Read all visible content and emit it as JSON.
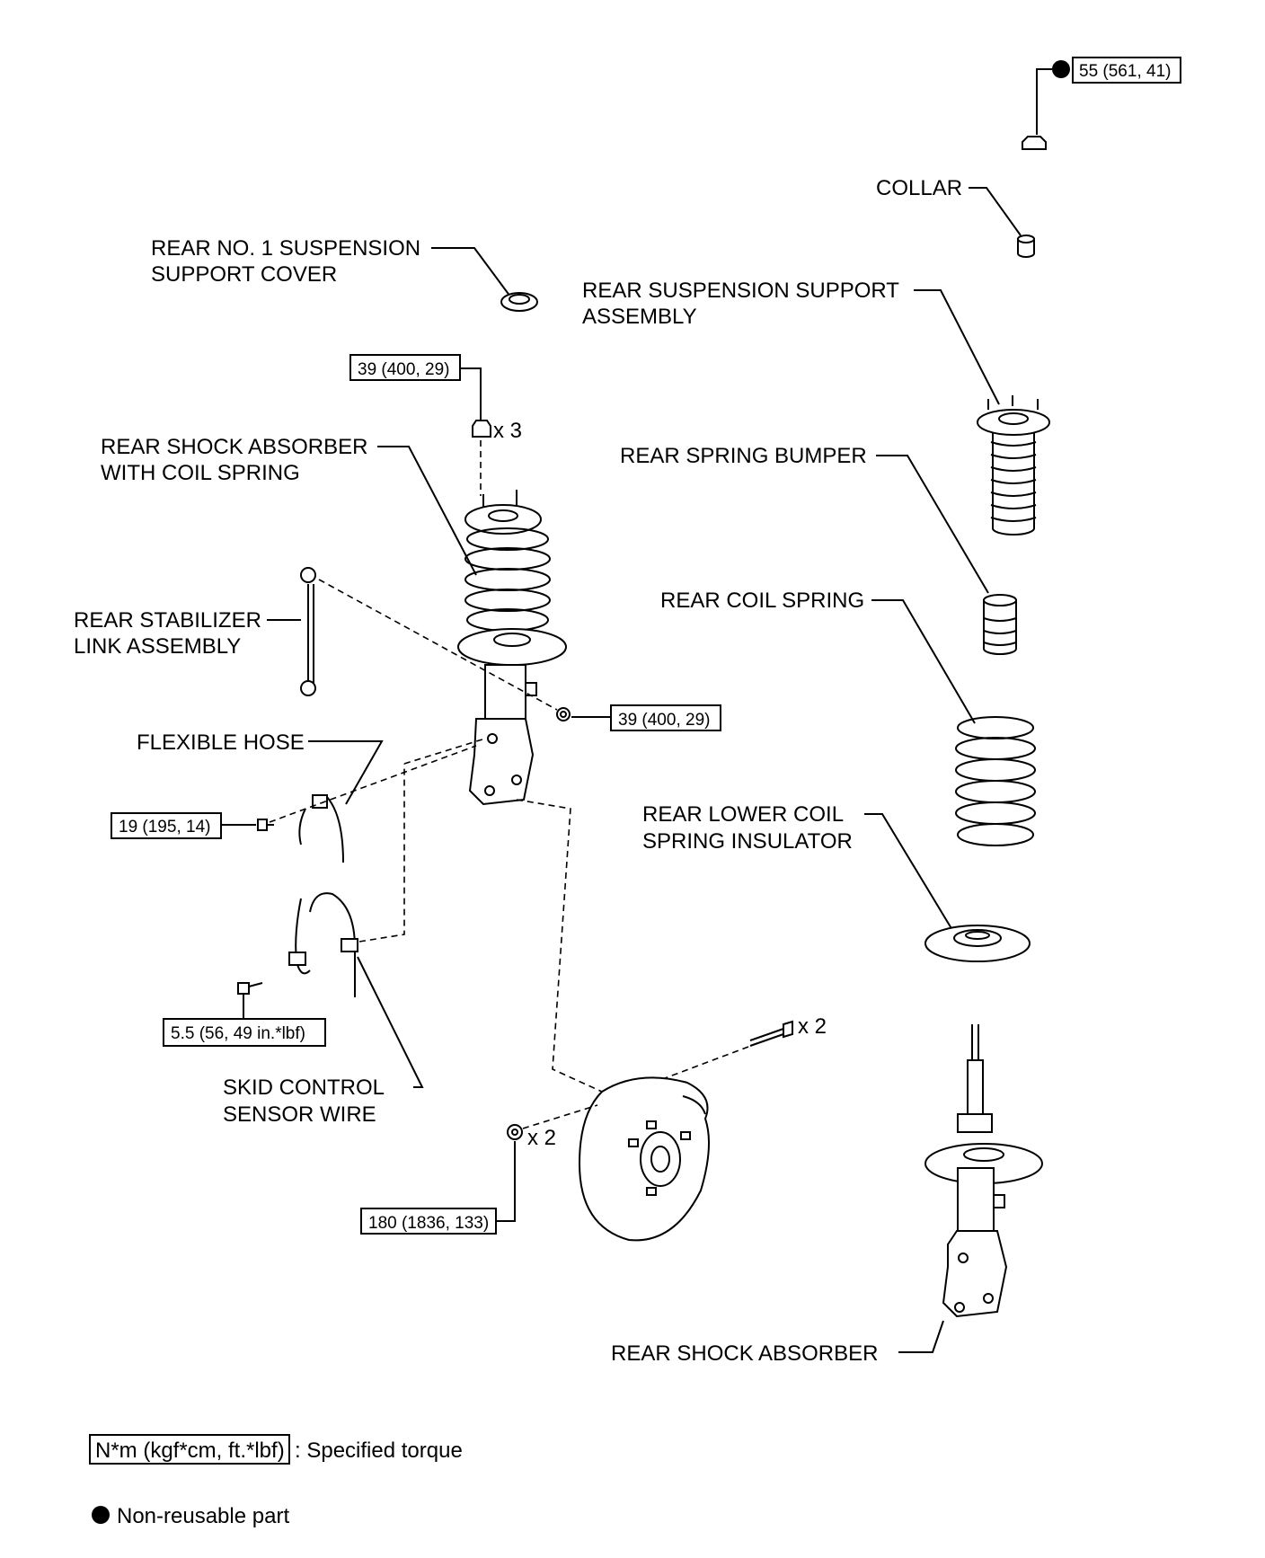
{
  "labels": {
    "collar": "COLLAR",
    "support_cover_1": "REAR NO. 1 SUSPENSION",
    "support_cover_2": "SUPPORT COVER",
    "support_assembly_1": "REAR SUSPENSION SUPPORT",
    "support_assembly_2": "ASSEMBLY",
    "shock_with_spring_1": "REAR SHOCK ABSORBER",
    "shock_with_spring_2": "WITH COIL SPRING",
    "spring_bumper": "REAR SPRING BUMPER",
    "stabilizer_link_1": "REAR STABILIZER",
    "stabilizer_link_2": "LINK ASSEMBLY",
    "coil_spring": "REAR COIL SPRING",
    "flexible_hose": "FLEXIBLE HOSE",
    "lower_insulator_1": "REAR LOWER COIL",
    "lower_insulator_2": "SPRING INSULATOR",
    "skid_sensor_1": "SKID CONTROL",
    "skid_sensor_2": "SENSOR WIRE",
    "shock_absorber": "REAR SHOCK ABSORBER"
  },
  "torques": {
    "top_nut": "55 (561, 41)",
    "upper_nuts": "39 (400, 29)",
    "stabilizer_nut": "39 (400, 29)",
    "hose_bolt": "19 (195, 14)",
    "sensor_bolt": "5.5 (56, 49 in.*lbf)",
    "knuckle_nuts": "180 (1836, 133)"
  },
  "quantities": {
    "upper_nuts": "x 3",
    "knuckle_bolts": "x 2",
    "knuckle_nuts": "x 2"
  },
  "legend": {
    "torque_box": "N*m (kgf*cm, ft.*lbf)",
    "torque_text": ": Specified torque",
    "nonreusable_text": "Non-reusable part"
  }
}
